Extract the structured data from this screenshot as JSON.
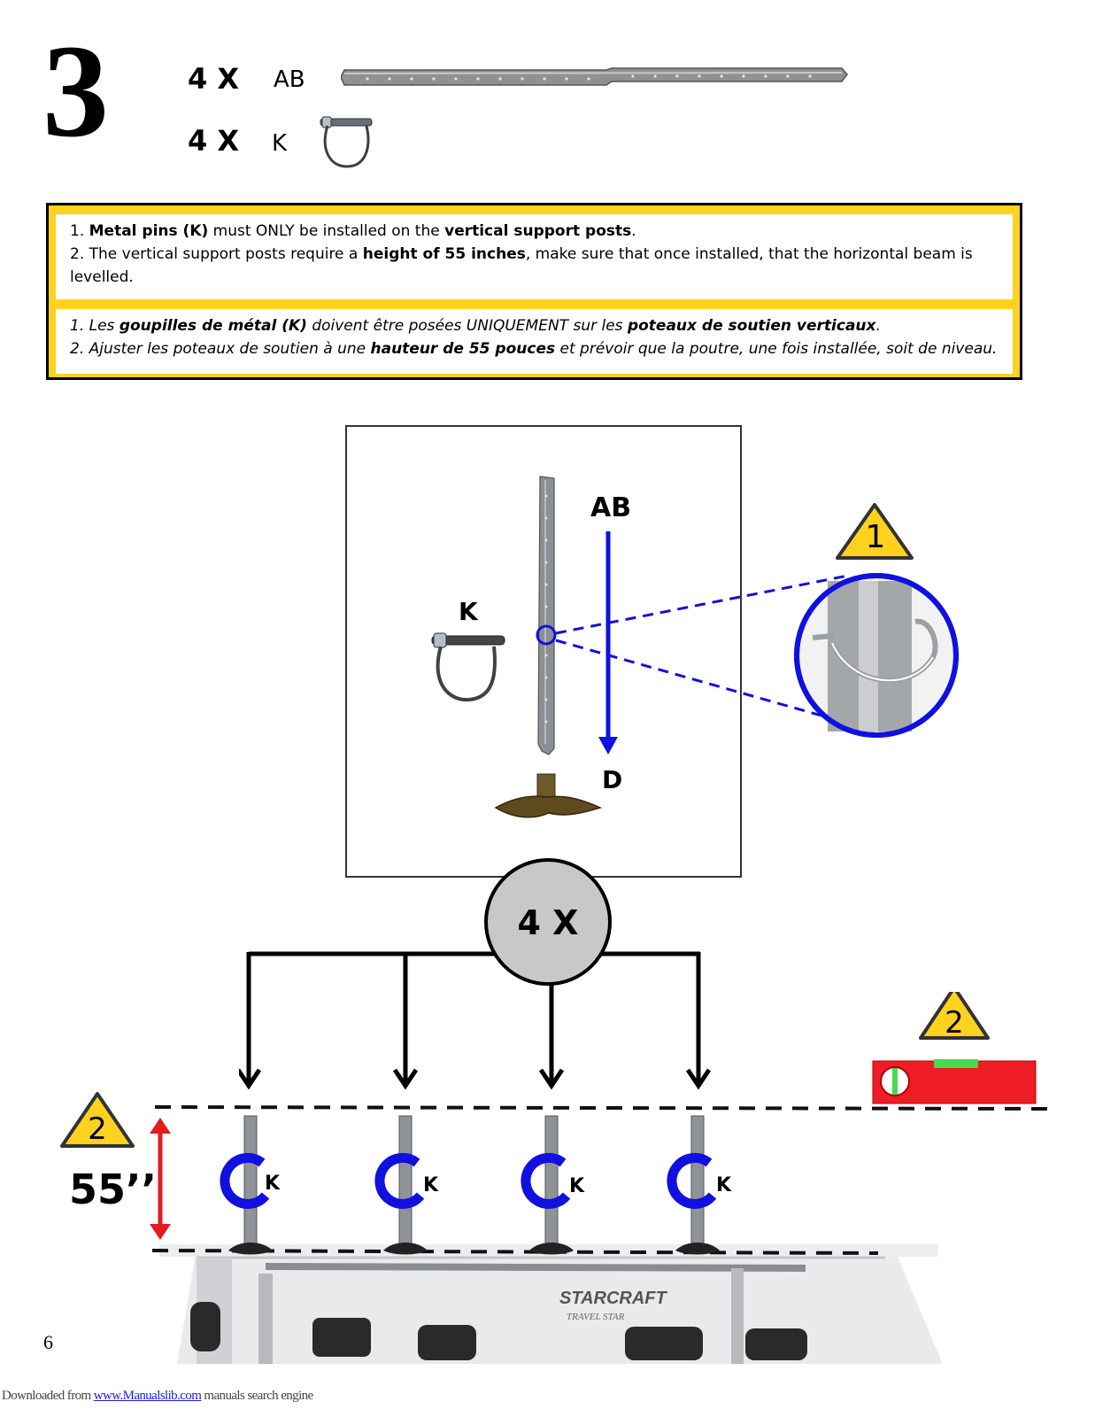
{
  "step": {
    "number": "3"
  },
  "parts": [
    {
      "quantity": "4 X",
      "code": "AB"
    },
    {
      "quantity": "4 X",
      "code": "K"
    }
  ],
  "notes_en": {
    "line1": {
      "n": "1. ",
      "b1": "Metal pins (K)",
      "t1": " must ONLY be installed on the ",
      "b2": "vertical support posts",
      "t2": "."
    },
    "line2": {
      "n": "2. The vertical support posts require a ",
      "b1": "height of 55 inches",
      "t1": ", make sure that once installed, that the horizontal beam is levelled."
    }
  },
  "notes_fr": {
    "line1": {
      "n": "1. Les ",
      "b1": "goupilles de métal (K)",
      "t1": " doivent être posées UNIQUEMENT sur les ",
      "b2": "poteaux de soutien verticaux",
      "t2": "."
    },
    "line2": {
      "n": "2. Ajuster les poteaux de soutien à une ",
      "b1": "hauteur de 55 pouces",
      "t1": " et prévoir que la poutre, une fois installée, soit de niveau."
    }
  },
  "diagram": {
    "label_ab": "AB",
    "label_k": "K",
    "label_d": "D",
    "warning_1": "1",
    "multiplier": "4 X"
  },
  "install": {
    "warning_2": "2",
    "height": "55’’",
    "post_labels": [
      "K",
      "K",
      "K",
      "K"
    ],
    "trailer_brand": "STARCRAFT",
    "trailer_model": "TRAVEL STAR"
  },
  "colors": {
    "accent_yellow": "#ffd21f",
    "blue": "#1010e0",
    "red": "#e41b1b"
  },
  "page_number": "6",
  "footer": {
    "prefix": "Downloaded from ",
    "link": "www.Manualslib.com",
    "suffix": " manuals search engine"
  }
}
